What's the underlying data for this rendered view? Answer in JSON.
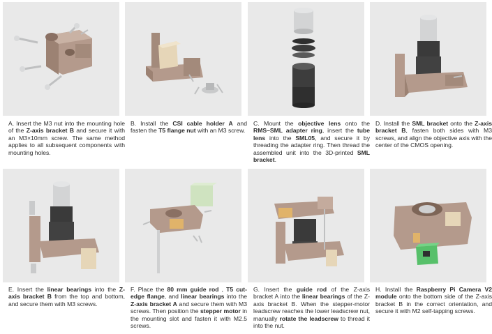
{
  "steps": [
    {
      "id": "A",
      "segments": [
        {
          "t": "A. Insert the M3 nut into the mounting hole of the ",
          "b": false
        },
        {
          "t": "Z-axis bracket B",
          "b": true
        },
        {
          "t": " and secure it with an M3×10mm screw. The same method applies to all subsequent components with mounting holes.",
          "b": false
        }
      ]
    },
    {
      "id": "B",
      "segments": [
        {
          "t": "B. Install the ",
          "b": false
        },
        {
          "t": "CSI cable holder A",
          "b": true
        },
        {
          "t": " and fasten the ",
          "b": false
        },
        {
          "t": "T5 flange nut",
          "b": true
        },
        {
          "t": " with an M3 screw.",
          "b": false
        }
      ]
    },
    {
      "id": "C",
      "segments": [
        {
          "t": "C. Mount the ",
          "b": false
        },
        {
          "t": "objective lens",
          "b": true
        },
        {
          "t": " onto the ",
          "b": false
        },
        {
          "t": "RMS–SML adapter ring",
          "b": true
        },
        {
          "t": ", insert the ",
          "b": false
        },
        {
          "t": "tube lens",
          "b": true
        },
        {
          "t": " into the ",
          "b": false
        },
        {
          "t": "SML05",
          "b": true
        },
        {
          "t": ", and secure it by threading the adapter ring. Then thread the assembled unit into the 3D-printed ",
          "b": false
        },
        {
          "t": "SML bracket",
          "b": true
        },
        {
          "t": ".",
          "b": false
        }
      ]
    },
    {
      "id": "D",
      "segments": [
        {
          "t": "D. Install the ",
          "b": false
        },
        {
          "t": "SML bracket",
          "b": true
        },
        {
          "t": " onto the ",
          "b": false
        },
        {
          "t": "Z-axis bracket B",
          "b": true
        },
        {
          "t": ", fasten both sides with M3 screws, and align the objective axis with the center of the CMOS opening.",
          "b": false
        }
      ]
    },
    {
      "id": "E",
      "segments": [
        {
          "t": "E. Insert the ",
          "b": false
        },
        {
          "t": "linear bearings",
          "b": true
        },
        {
          "t": " into the ",
          "b": false
        },
        {
          "t": "Z-axis bracket B",
          "b": true
        },
        {
          "t": " from the top and bottom, and secure them with M3 screws.",
          "b": false
        }
      ]
    },
    {
      "id": "F",
      "segments": [
        {
          "t": "F. Place the ",
          "b": false
        },
        {
          "t": "80 mm guide rod",
          "b": true
        },
        {
          "t": " , ",
          "b": false
        },
        {
          "t": "T5 cut-edge flange",
          "b": true
        },
        {
          "t": ", and ",
          "b": false
        },
        {
          "t": "linear bearings",
          "b": true
        },
        {
          "t": " into the ",
          "b": false
        },
        {
          "t": "Z-axis bracket A",
          "b": true
        },
        {
          "t": " and secure them with M3 screws. Then position the ",
          "b": false
        },
        {
          "t": "stepper motor",
          "b": true
        },
        {
          "t": " in the mounting slot and fasten it with M2.5 screws.",
          "b": false
        }
      ]
    },
    {
      "id": "G",
      "segments": [
        {
          "t": "G. Insert the ",
          "b": false
        },
        {
          "t": "guide rod",
          "b": true
        },
        {
          "t": " of the Z-axis bracket A into the ",
          "b": false
        },
        {
          "t": "linear bearings",
          "b": true
        },
        {
          "t": " of the Z-axis bracket B. When the stepper-motor leadscrew reaches the lower leadscrew nut, manually ",
          "b": false
        },
        {
          "t": "rotate the leadscrew",
          "b": true
        },
        {
          "t": " to thread it into the nut.",
          "b": false
        }
      ]
    },
    {
      "id": "H",
      "segments": [
        {
          "t": "H. Install the ",
          "b": false
        },
        {
          "t": "Raspberry Pi Camera V2 module",
          "b": true
        },
        {
          "t": " onto the bottom side of the Z-axis bracket B in the correct orientation, and secure it with M2 self-tapping screws.",
          "b": false
        }
      ]
    }
  ],
  "colors": {
    "panel_bg": "#e9e9e9",
    "printed_part": "#b49a8c",
    "lens_dark": "#3c3c3c",
    "metal": "#cfd0d1",
    "beige_holder": "#e6d6b8",
    "pcb_green": "#57c06a"
  }
}
